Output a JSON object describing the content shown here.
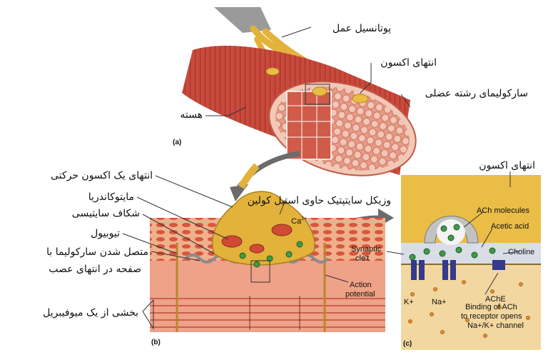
{
  "labels_fa": {
    "action_potential": "پوتانسیل عمل",
    "axon_terminal_a": "انتهای اکسون",
    "sarcolemma": "سارکولیمای رشته عضلی",
    "nucleus": "هسته",
    "motor_axon_terminal": "انتهای یک اکسون حرکتی",
    "mitochondria": "مایتوکاندریا",
    "synaptic_cleft": "شکاف سایتیسی",
    "tubule": "تیوبیول",
    "junction_line1": "متصل شدن سارکولیما با",
    "junction_line2": "صفحه در انتهای عصب",
    "myofibril": "بخشی از یک میوفیبریل",
    "vesicle": "وزیکل سایتپتیک حاوی استیل کولین",
    "axon_terminal_c": "انتهای اکسون"
  },
  "labels_en": {
    "calcium": "Ca",
    "calcium_sup": "2+",
    "ach_molecules": "ACh molecules",
    "acetic_acid": "Acetic acid",
    "synaptic": "Synaptic",
    "cleft": "cle't",
    "choline": "Choline",
    "ache": "AChE",
    "action": "Action",
    "potential": "potential",
    "k": "K+",
    "na": "Na+",
    "binding_1": "Binding of ACh",
    "binding_2": "to receptor opens",
    "binding_3": "Na+/K+ channel"
  },
  "panels": {
    "a": "(a)",
    "b": "(b)",
    "c": "(c)"
  },
  "colors": {
    "muscle": "#c9463a",
    "muscle_light": "#e88a6c",
    "nerve_gold": "#e2b23a",
    "synapse_yellow": "#e9bd46",
    "fluid": "#f3d7a0",
    "vesicle_green": "#3f9a48",
    "channel_blue": "#343a8c"
  }
}
